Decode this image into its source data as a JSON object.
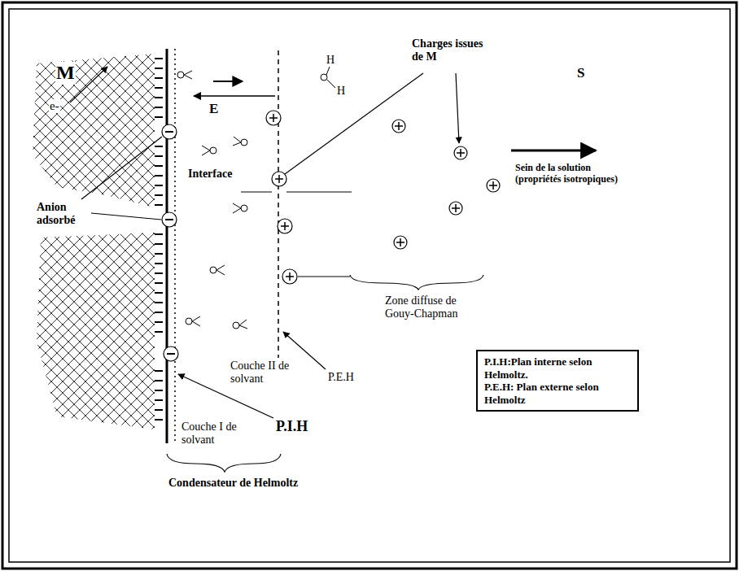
{
  "diagram": {
    "nodes": [
      {
        "text": [
          "P.I.H:Plan interne selon Helmoltz.",
          "P.E.H: Plan externe selon Helmoltz"
        ]
      }
    ],
    "labels": [
      "M",
      "e-",
      "E",
      "H",
      "H",
      "Charges issues de M",
      "S",
      "Interface",
      "Sein de la solution (propriétés isotropiques)",
      "Anion adsorbé",
      "Zone diffuse de Gouy-Chapman",
      "Couche II de solvant",
      "P.E.H",
      "Couche I de solvant",
      "P.I.H",
      "Condensateur de Helmoltz"
    ]
  }
}
